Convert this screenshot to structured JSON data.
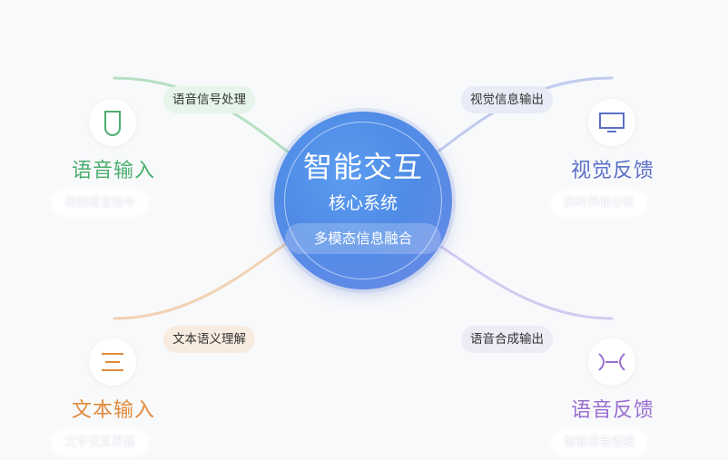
{
  "hub": {
    "title": "智能交互",
    "subtitle": "核心系统",
    "pill": "多模态信息融合"
  },
  "connectors": {
    "top_left": "语音信号处理",
    "top_right": "视觉信息输出",
    "bottom_left": "文本语义理解",
    "bottom_right": "语音合成输出"
  },
  "nodes": {
    "voice_input": {
      "title": "语音输入",
      "desc": "自然语言指令",
      "color": "#4cae6e",
      "icon": "microphone-icon"
    },
    "visual_feedback": {
      "title": "视觉反馈",
      "desc": "实时界面分析",
      "color": "#5b70c8",
      "icon": "monitor-icon"
    },
    "text_input": {
      "title": "文本输入",
      "desc": "文字交互界面",
      "color": "#e08a3c",
      "icon": "text-lines-icon"
    },
    "voice_feedback": {
      "title": "语音反馈",
      "desc": "智能语音播报",
      "color": "#9a6fd0",
      "icon": "speaker-wave-icon"
    }
  }
}
